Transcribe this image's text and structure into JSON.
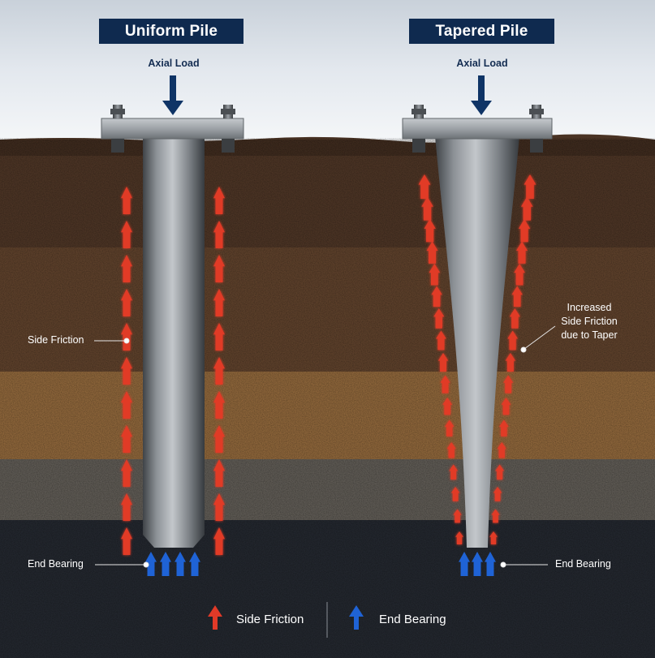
{
  "uniform_pile": {
    "title": "Uniform Pile",
    "load_label": "Axial Load",
    "side_label": "Side Friction",
    "end_label": "End Bearing"
  },
  "tapered_pile": {
    "title": "Tapered Pile",
    "load_label": "Axial Load",
    "side_label_lines": [
      "Increased",
      "Side Friction",
      "due to Taper"
    ],
    "end_label": "End Bearing"
  },
  "legend": {
    "side_friction": "Side Friction",
    "end_bearing": "End Bearing"
  },
  "colors": {
    "title_bg": "#0f2a4f",
    "load_arrow": "#0f3466",
    "friction_arrow": "#e13a28",
    "bearing_arrow": "#1f63d6",
    "sky": "#dfe5eb"
  }
}
